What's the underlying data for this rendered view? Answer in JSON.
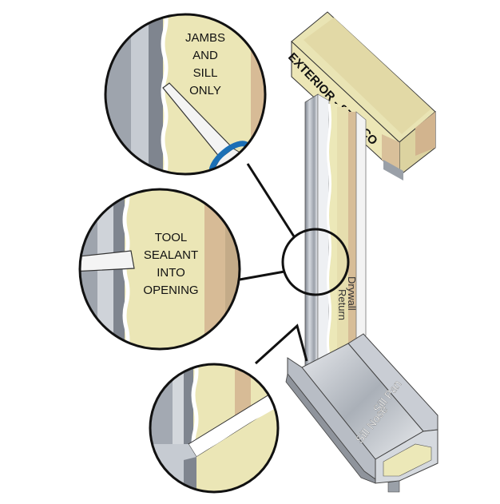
{
  "callouts": {
    "jambs_sill_only": [
      "JAMBS",
      "AND",
      "SILL",
      "ONLY"
    ],
    "tool_sealant": [
      "TOOL",
      "SEALANT",
      "INTO",
      "OPENING"
    ]
  },
  "labels": {
    "exterior": "EXTERIOR - STUCCO",
    "drywall": [
      "Drywall",
      "Return"
    ],
    "sill_pan": "Sill Pan",
    "sill_nose": "Sill Nose"
  },
  "colors": {
    "stucco": "#ece8b8",
    "wood": "#d8c29a",
    "frame": "#c8cdd6",
    "metal_dark": "#8a8f99",
    "sealant_bead": "#1b6fb5",
    "outline": "#111111"
  }
}
